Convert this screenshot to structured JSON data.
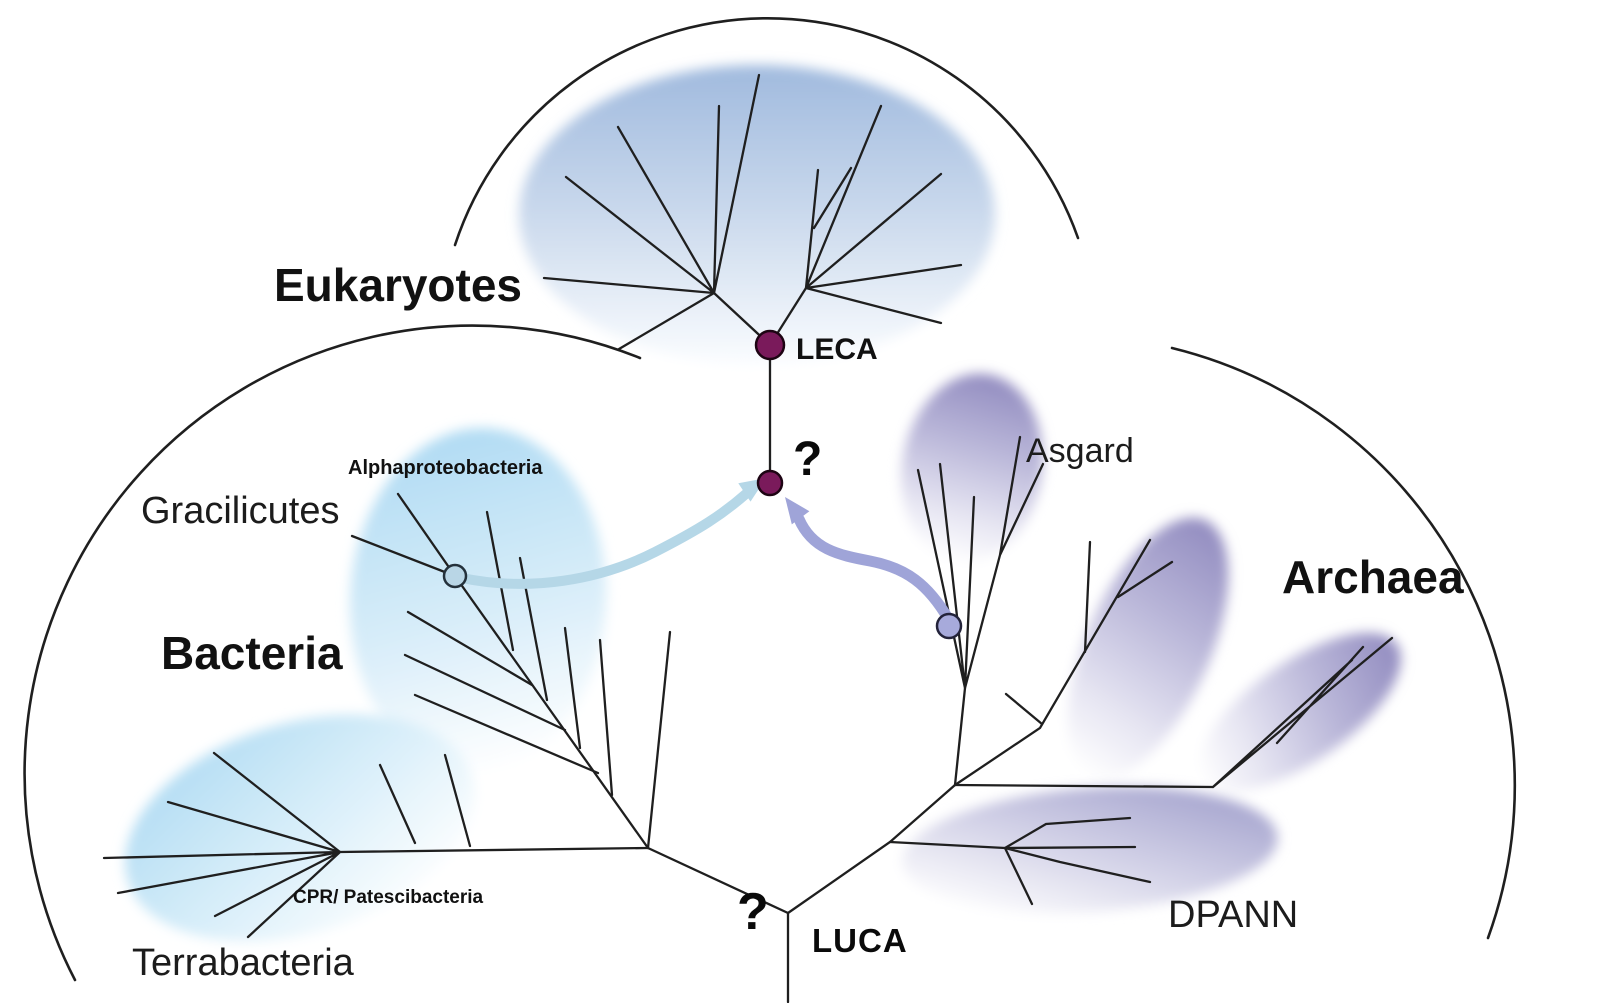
{
  "figure": {
    "domains": {
      "eukaryotes": "Eukaryotes",
      "bacteria": "Bacteria",
      "archaea": "Archaea"
    },
    "clades": {
      "gracilicutes": "Gracilicutes",
      "alphaproteobacteria": "Alphaproteobacteria",
      "terrabacteria": "Terrabacteria",
      "cpr_patescibacteria": "CPR/ Patescibacteria",
      "asgard": "Asgard",
      "dpann": "DPANN"
    },
    "nodes": {
      "leca": "LECA",
      "luca": "LUCA",
      "eukaryogenesis_question": "?",
      "root_question": "?"
    },
    "colors": {
      "branch": "#1f1f1f",
      "arc": "#1f1f1f",
      "ancestor_node": "#7a1a5b",
      "ancestor_node_stroke": "#1d0413",
      "bacteria_donor_node": "#b9d6e6",
      "archaea_donor_node": "#a7aadb",
      "bacteria_arrow": "#b5d7e7",
      "archaea_arrow": "#9fa4d8",
      "bacteria_shade": "#b7ddf2",
      "eukaryote_shade": "#a0bade",
      "archaea_shade": "#928cc0"
    }
  }
}
